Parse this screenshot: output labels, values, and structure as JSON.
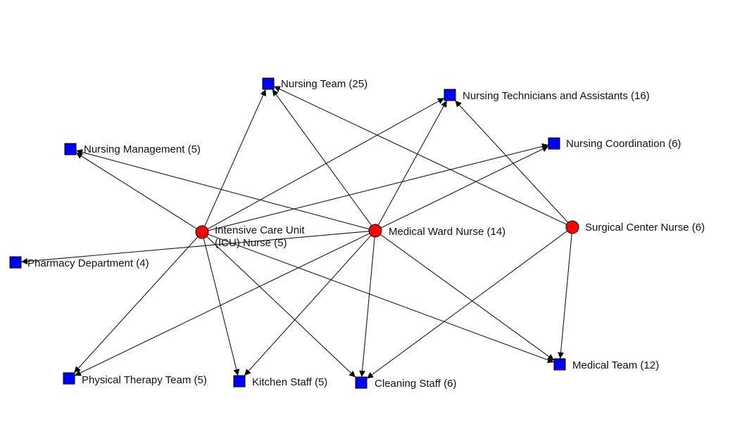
{
  "diagram": {
    "colors": {
      "nurse_node": "#ff0000",
      "group_node": "#0000ff",
      "node_border": "#000000",
      "edge": "#1a1a1a"
    },
    "nodes": [
      {
        "id": "icu",
        "shape": "circle",
        "label_lines": [
          "Intensive Care Unit",
          "(ICU) Nurse (5)"
        ]
      },
      {
        "id": "mw",
        "shape": "circle",
        "label_lines": [
          "Medical Ward Nurse (14)"
        ]
      },
      {
        "id": "sc",
        "shape": "circle",
        "label_lines": [
          "Surgical Center Nurse (6)"
        ]
      },
      {
        "id": "nt",
        "shape": "square",
        "label_lines": [
          "Nursing Team (25)"
        ]
      },
      {
        "id": "nta",
        "shape": "square",
        "label_lines": [
          "Nursing Technicians and Assistants (16)"
        ]
      },
      {
        "id": "nm",
        "shape": "square",
        "label_lines": [
          "Nursing Management (5)"
        ]
      },
      {
        "id": "nc",
        "shape": "square",
        "label_lines": [
          "Nursing Coordination (6)"
        ]
      },
      {
        "id": "pd",
        "shape": "square",
        "label_lines": [
          "Pharmacy Department (4)"
        ]
      },
      {
        "id": "pt",
        "shape": "square",
        "label_lines": [
          "Physical Therapy Team (5)"
        ]
      },
      {
        "id": "ks",
        "shape": "square",
        "label_lines": [
          "Kitchen Staff (5)"
        ]
      },
      {
        "id": "cs",
        "shape": "square",
        "label_lines": [
          "Cleaning Staff (6)"
        ]
      },
      {
        "id": "mt",
        "shape": "square",
        "label_lines": [
          "Medical Team (12)"
        ]
      }
    ],
    "edges": [
      {
        "from": "icu",
        "to": "nt"
      },
      {
        "from": "icu",
        "to": "nta"
      },
      {
        "from": "icu",
        "to": "nm"
      },
      {
        "from": "icu",
        "to": "nc"
      },
      {
        "from": "icu",
        "to": "pt"
      },
      {
        "from": "icu",
        "to": "ks"
      },
      {
        "from": "icu",
        "to": "cs"
      },
      {
        "from": "icu",
        "to": "mt"
      },
      {
        "from": "mw",
        "to": "nt"
      },
      {
        "from": "mw",
        "to": "nta"
      },
      {
        "from": "mw",
        "to": "nm"
      },
      {
        "from": "mw",
        "to": "nc"
      },
      {
        "from": "mw",
        "to": "pd"
      },
      {
        "from": "mw",
        "to": "pt"
      },
      {
        "from": "mw",
        "to": "ks"
      },
      {
        "from": "mw",
        "to": "cs"
      },
      {
        "from": "mw",
        "to": "mt"
      },
      {
        "from": "sc",
        "to": "nt"
      },
      {
        "from": "sc",
        "to": "nta"
      },
      {
        "from": "sc",
        "to": "cs"
      },
      {
        "from": "sc",
        "to": "mt"
      }
    ]
  }
}
